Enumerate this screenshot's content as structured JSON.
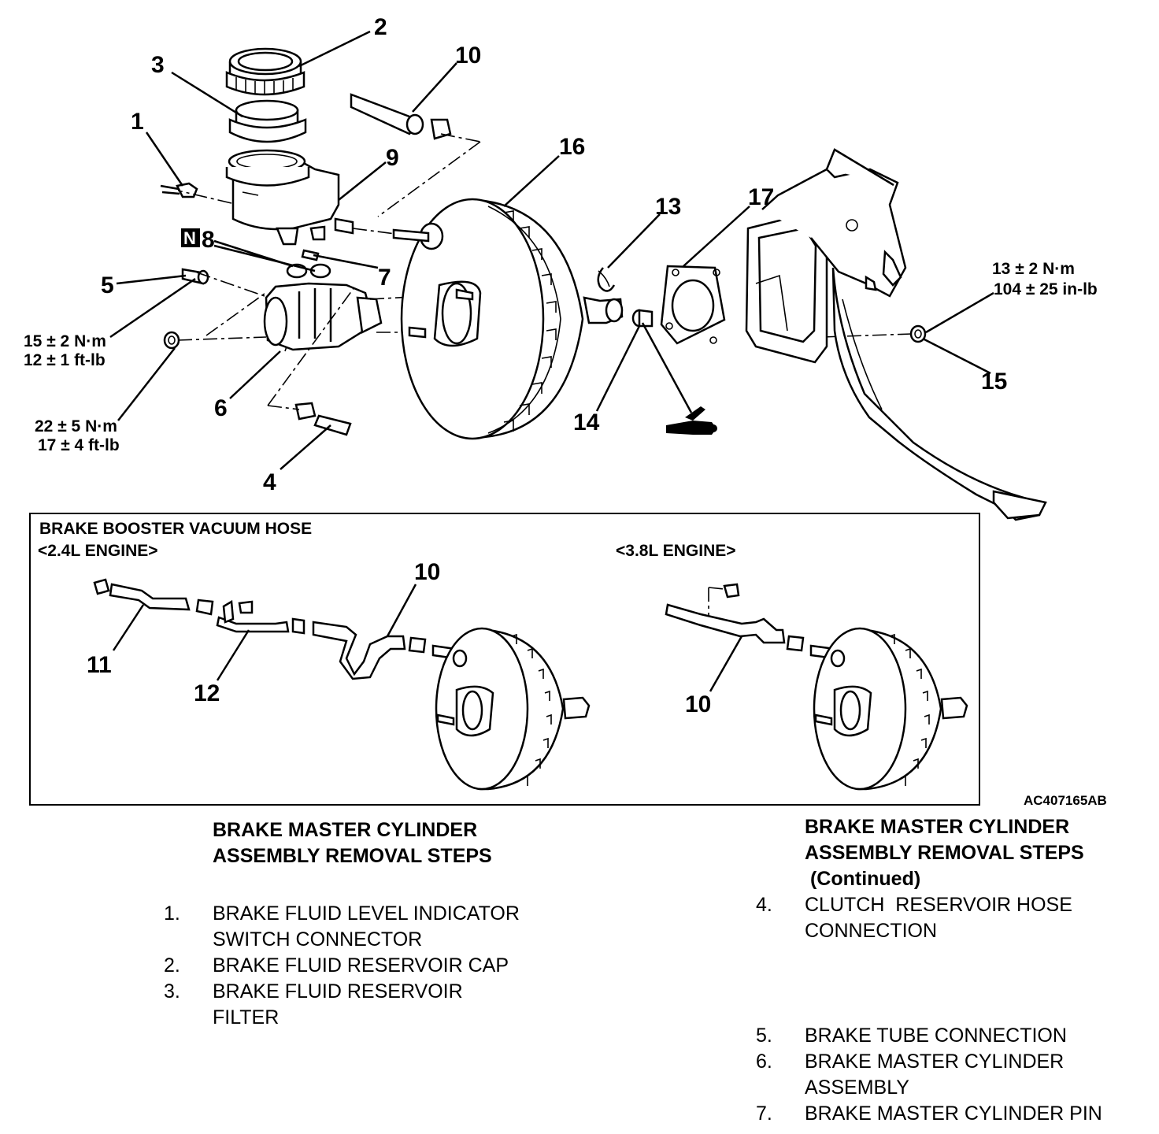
{
  "callouts": {
    "c1": "1",
    "c2": "2",
    "c3": "3",
    "c4": "4",
    "c5": "5",
    "c6": "6",
    "c7": "7",
    "c8": "8",
    "c8_badge": "N",
    "c9": "9",
    "c10": "10",
    "c13": "13",
    "c14": "14",
    "c15": "15",
    "c16": "16",
    "c17": "17"
  },
  "torques": {
    "t_top_right": [
      "13 ± 2 N·m",
      "104 ± 25 in-lb"
    ],
    "t_mid_left": [
      "15 ± 2 N·m",
      "12 ± 1 ft-lb"
    ],
    "t_low_left": [
      "22 ± 5 N·m",
      "17 ± 4 ft-lb"
    ]
  },
  "inset": {
    "title": "BRAKE BOOSTER VACUUM HOSE",
    "left_engine": "<2.4L ENGINE>",
    "right_engine": "<3.8L ENGINE>",
    "left_callouts": [
      "10",
      "11",
      "12"
    ],
    "right_callouts": [
      "10"
    ]
  },
  "figure_id": "AC407165AB",
  "steps_left": {
    "heading": [
      "BRAKE MASTER CYLINDER",
      "ASSEMBLY REMOVAL STEPS"
    ],
    "items": [
      {
        "num": "1.",
        "lines": [
          "BRAKE FLUID LEVEL INDICATOR",
          "SWITCH CONNECTOR"
        ]
      },
      {
        "num": "2.",
        "lines": [
          "BRAKE FLUID RESERVOIR CAP"
        ]
      },
      {
        "num": "3.",
        "lines": [
          "BRAKE FLUID RESERVOIR",
          "FILTER"
        ]
      }
    ]
  },
  "steps_right": {
    "heading": [
      "BRAKE MASTER CYLINDER",
      "ASSEMBLY REMOVAL STEPS",
      " (Continued)"
    ],
    "items": [
      {
        "num": "4.",
        "lines": [
          "CLUTCH  RESERVOIR HOSE",
          "CONNECTION"
        ]
      },
      {
        "num": "5.",
        "lines": [
          "BRAKE TUBE CONNECTION"
        ]
      },
      {
        "num": "6.",
        "lines": [
          "BRAKE MASTER CYLINDER",
          "ASSEMBLY"
        ]
      },
      {
        "num": "7.",
        "lines": [
          "BRAKE MASTER CYLINDER PIN"
        ]
      }
    ]
  }
}
